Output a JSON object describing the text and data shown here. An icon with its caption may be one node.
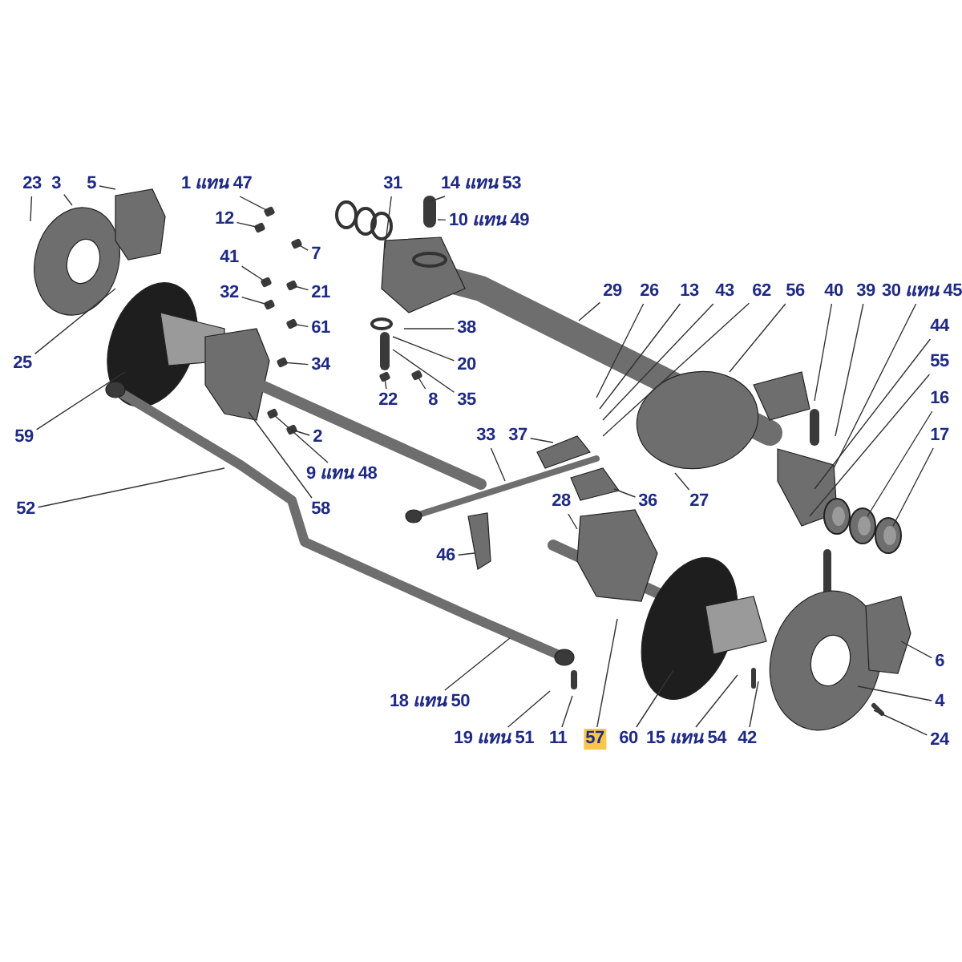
{
  "diagram": {
    "nodes": [
      {
        "text": [
          "23"
        ]
      },
      {
        "text": [
          "3"
        ]
      },
      {
        "text": [
          "5"
        ]
      },
      {
        "text": [
          "1 *แทน* 47"
        ]
      },
      {
        "text": [
          "31"
        ]
      },
      {
        "text": [
          "14 *แทน* 53"
        ]
      },
      {
        "text": [
          "12"
        ]
      },
      {
        "text": [
          "10 *แทน* 49"
        ]
      },
      {
        "text": [
          "7"
        ]
      },
      {
        "text": [
          "41"
        ]
      },
      {
        "text": [
          "29"
        ]
      },
      {
        "text": [
          "26"
        ]
      },
      {
        "text": [
          "13"
        ]
      },
      {
        "text": [
          "43"
        ]
      },
      {
        "text": [
          "62"
        ]
      },
      {
        "text": [
          "56"
        ]
      },
      {
        "text": [
          "40"
        ]
      },
      {
        "text": [
          "39"
        ]
      },
      {
        "text": [
          "30 *แทน* 45"
        ]
      },
      {
        "text": [
          "21"
        ]
      },
      {
        "text": [
          "32"
        ]
      },
      {
        "text": [
          "44"
        ]
      },
      {
        "text": [
          "61"
        ]
      },
      {
        "text": [
          "38"
        ]
      },
      {
        "text": [
          "55"
        ]
      },
      {
        "text": [
          "25"
        ]
      },
      {
        "text": [
          "34"
        ]
      },
      {
        "text": [
          "20"
        ]
      },
      {
        "text": [
          "16"
        ]
      },
      {
        "text": [
          "22"
        ]
      },
      {
        "text": [
          "8"
        ]
      },
      {
        "text": [
          "35"
        ]
      },
      {
        "text": [
          "59"
        ]
      },
      {
        "text": [
          "2"
        ]
      },
      {
        "text": [
          "33"
        ]
      },
      {
        "text": [
          "37"
        ]
      },
      {
        "text": [
          "17"
        ]
      },
      {
        "text": [
          "9 *แทน* 48"
        ]
      },
      {
        "text": [
          "36"
        ]
      },
      {
        "text": [
          "27"
        ]
      },
      {
        "text": [
          "28"
        ]
      },
      {
        "text": [
          "52"
        ]
      },
      {
        "text": [
          "58"
        ]
      },
      {
        "text": [
          "46"
        ]
      },
      {
        "text": [
          "6"
        ]
      },
      {
        "text": [
          "4"
        ]
      },
      {
        "text": [
          "18 *แทน* 50"
        ]
      },
      {
        "text": [
          "19 *แทน* 51"
        ]
      },
      {
        "text": [
          "11"
        ]
      },
      {
        "text": [
          "57"
        ]
      },
      {
        "text": [
          "60"
        ]
      },
      {
        "text": [
          "15 *แทน* 54"
        ]
      },
      {
        "text": [
          "42"
        ]
      },
      {
        "text": [
          "24"
        ]
      }
    ],
    "edges": [
      {
        "from": 0,
        "to": null,
        "arrow": "none"
      },
      {
        "from": 1,
        "to": null,
        "arrow": "none"
      },
      {
        "from": 2,
        "to": null,
        "arrow": "none"
      },
      {
        "from": 3,
        "to": null,
        "arrow": "none"
      },
      {
        "from": 4,
        "to": null,
        "arrow": "none"
      },
      {
        "from": 5,
        "to": null,
        "arrow": "none"
      },
      {
        "from": 6,
        "to": null,
        "arrow": "none"
      },
      {
        "from": 7,
        "to": null,
        "arrow": "none"
      },
      {
        "from": 8,
        "to": null,
        "arrow": "none"
      },
      {
        "from": 9,
        "to": null,
        "arrow": "none"
      },
      {
        "from": 10,
        "to": null,
        "arrow": "none"
      },
      {
        "from": 11,
        "to": null,
        "arrow": "none"
      },
      {
        "from": 12,
        "to": null,
        "arrow": "none"
      },
      {
        "from": 13,
        "to": null,
        "arrow": "none"
      },
      {
        "from": 14,
        "to": null,
        "arrow": "none"
      },
      {
        "from": 15,
        "to": null,
        "arrow": "none"
      },
      {
        "from": 16,
        "to": null,
        "arrow": "none"
      },
      {
        "from": 17,
        "to": null,
        "arrow": "none"
      },
      {
        "from": 18,
        "to": null,
        "arrow": "none"
      },
      {
        "from": 19,
        "to": null,
        "arrow": "none"
      },
      {
        "from": 20,
        "to": null,
        "arrow": "none"
      },
      {
        "from": 21,
        "to": null,
        "arrow": "none"
      },
      {
        "from": 22,
        "to": null,
        "arrow": "none"
      },
      {
        "from": 23,
        "to": null,
        "arrow": "none"
      },
      {
        "from": 24,
        "to": null,
        "arrow": "none"
      },
      {
        "from": 25,
        "to": null,
        "arrow": "none"
      },
      {
        "from": 26,
        "to": null,
        "arrow": "none"
      },
      {
        "from": 27,
        "to": null,
        "arrow": "none"
      },
      {
        "from": 28,
        "to": null,
        "arrow": "none"
      },
      {
        "from": 29,
        "to": null,
        "arrow": "none"
      },
      {
        "from": 30,
        "to": null,
        "arrow": "none"
      },
      {
        "from": 31,
        "to": null,
        "arrow": "none"
      },
      {
        "from": 32,
        "to": null,
        "arrow": "none"
      },
      {
        "from": 33,
        "to": null,
        "arrow": "none"
      },
      {
        "from": 34,
        "to": null,
        "arrow": "none"
      },
      {
        "from": 35,
        "to": null,
        "arrow": "none"
      },
      {
        "from": 36,
        "to": null,
        "arrow": "none"
      },
      {
        "from": 37,
        "to": null,
        "arrow": "none"
      },
      {
        "from": 38,
        "to": null,
        "arrow": "none"
      },
      {
        "from": 39,
        "to": null,
        "arrow": "none"
      },
      {
        "from": 40,
        "to": null,
        "arrow": "none"
      },
      {
        "from": 41,
        "to": null,
        "arrow": "none"
      },
      {
        "from": 42,
        "to": null,
        "arrow": "none"
      },
      {
        "from": 43,
        "to": null,
        "arrow": "none"
      },
      {
        "from": 44,
        "to": null,
        "arrow": "none"
      },
      {
        "from": 45,
        "to": null,
        "arrow": "none"
      },
      {
        "from": 46,
        "to": null,
        "arrow": "none"
      },
      {
        "from": 47,
        "to": null,
        "arrow": "none"
      },
      {
        "from": 48,
        "to": null,
        "arrow": "none"
      },
      {
        "from": 49,
        "to": null,
        "arrow": "none"
      },
      {
        "from": 50,
        "to": null,
        "arrow": "none"
      },
      {
        "from": 51,
        "to": null,
        "arrow": "none"
      },
      {
        "from": 52,
        "to": null,
        "arrow": "none"
      },
      {
        "from": 53,
        "to": null,
        "arrow": "none"
      }
    ]
  }
}
